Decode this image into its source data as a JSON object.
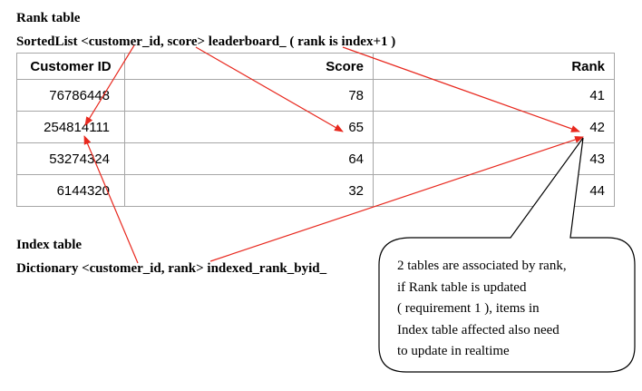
{
  "rank_table": {
    "heading": "Rank table",
    "declaration": "SortedList <customer_id, score> leaderboard_  ( rank is index+1 )",
    "columns": [
      "Customer  ID",
      "Score",
      "Rank"
    ],
    "rows": [
      [
        "76786448",
        "78",
        "41"
      ],
      [
        "254814111",
        "65",
        "42"
      ],
      [
        "53274324",
        "64",
        "43"
      ],
      [
        "6144320",
        "32",
        "44"
      ]
    ]
  },
  "index_table": {
    "heading": "Index table",
    "declaration": "Dictionary <customer_id, rank> indexed_rank_byid_"
  },
  "callout": {
    "lines": [
      "2 tables are associated by rank,",
      "if Rank table is updated",
      "( requirement 1 ), items in",
      "Index table affected also need",
      "to update in realtime"
    ]
  },
  "colors": {
    "arrow": "#e8281e",
    "table_border": "#a6a6a6",
    "text": "#000000"
  }
}
